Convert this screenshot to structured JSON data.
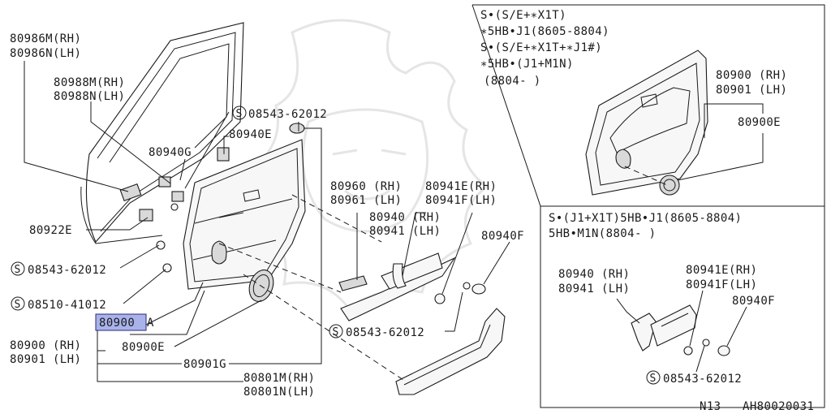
{
  "labels": {
    "p80986": [
      "80986M(RH)",
      "80986N(LH)"
    ],
    "p80988": [
      "80988M(RH)",
      "80988N(LH)"
    ],
    "p08543_top": "08543-62012",
    "p80940e": "80940E",
    "p80940g": "80940G",
    "p80922e": "80922E",
    "p08543_left": "08543-62012",
    "p08510": "08510-41012",
    "p80900a_hl": "80900",
    "p80900a_suffix": "A",
    "p80900main": [
      "80900 (RH)",
      "80901 (LH)"
    ],
    "p80900e_mid": "80900E",
    "p80901g": "80901G",
    "p80801": [
      "80801M(RH)",
      "80801N(LH)"
    ],
    "p80960": [
      "80960 (RH)",
      "80961 (LH)"
    ],
    "p80941": [
      "80941E(RH)",
      "80941F(LH)"
    ],
    "p80940": [
      "80940 (RH)",
      "80941 (LH)"
    ],
    "p80940f": "80940F",
    "p08543_mid": "08543-62012",
    "s_symbol": "S"
  },
  "inset_top": {
    "lines": [
      "S•(S/E+∗X1T)",
      "∗5HB•J1(8605-8804)",
      "S•(S/E+∗X1T+∗J1#)",
      "∗5HB•(J1+M1N)",
      "(8804-  )"
    ],
    "p80900": [
      "80900 (RH)",
      "80901 (LH)"
    ],
    "p80900e": "80900E"
  },
  "inset_bottom": {
    "lines": [
      "S•(J1+X1T)5HB•J1(8605-8804)",
      "5HB•M1N(8804-  )"
    ],
    "p80940": [
      "80940 (RH)",
      "80941 (LH)"
    ],
    "p80941": [
      "80941E(RH)",
      "80941F(LH)"
    ],
    "p80940f": "80940F",
    "p08543": "08543-62012"
  },
  "footer": {
    "page": "N13",
    "code": "AH80020031"
  }
}
